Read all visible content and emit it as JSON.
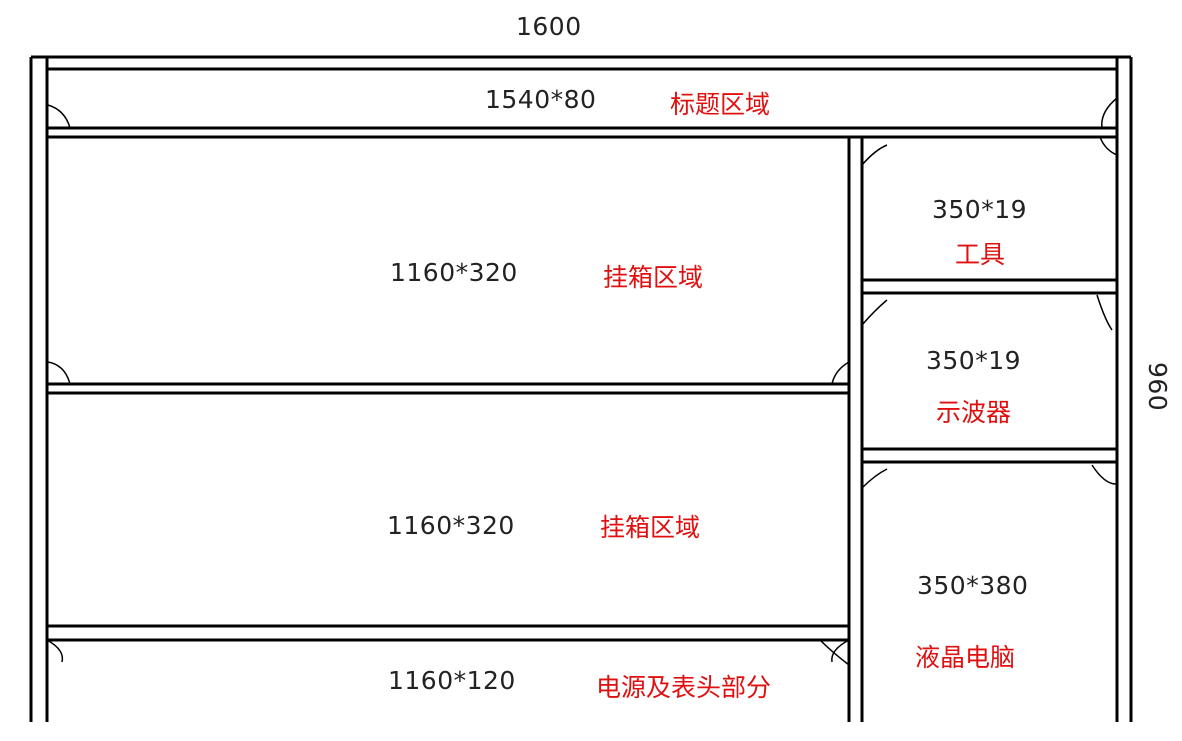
{
  "dimensions": {
    "width": "1600",
    "height": "960"
  },
  "sections": {
    "title": {
      "size": "1540*80",
      "name": "标题区域"
    },
    "hanging_box_1": {
      "size": "1160*320",
      "name": "挂箱区域"
    },
    "hanging_box_2": {
      "size": "1160*320",
      "name": "挂箱区域"
    },
    "power": {
      "size": "1160*120",
      "name": "电源及表头部分"
    },
    "tools": {
      "size": "350*19",
      "name": "工具"
    },
    "oscilloscope": {
      "size": "350*19",
      "name": "示波器"
    },
    "lcd_pc": {
      "size": "350*380",
      "name": "液晶电脑"
    }
  },
  "colors": {
    "line": "#000000",
    "label_cn": "#e01010"
  }
}
